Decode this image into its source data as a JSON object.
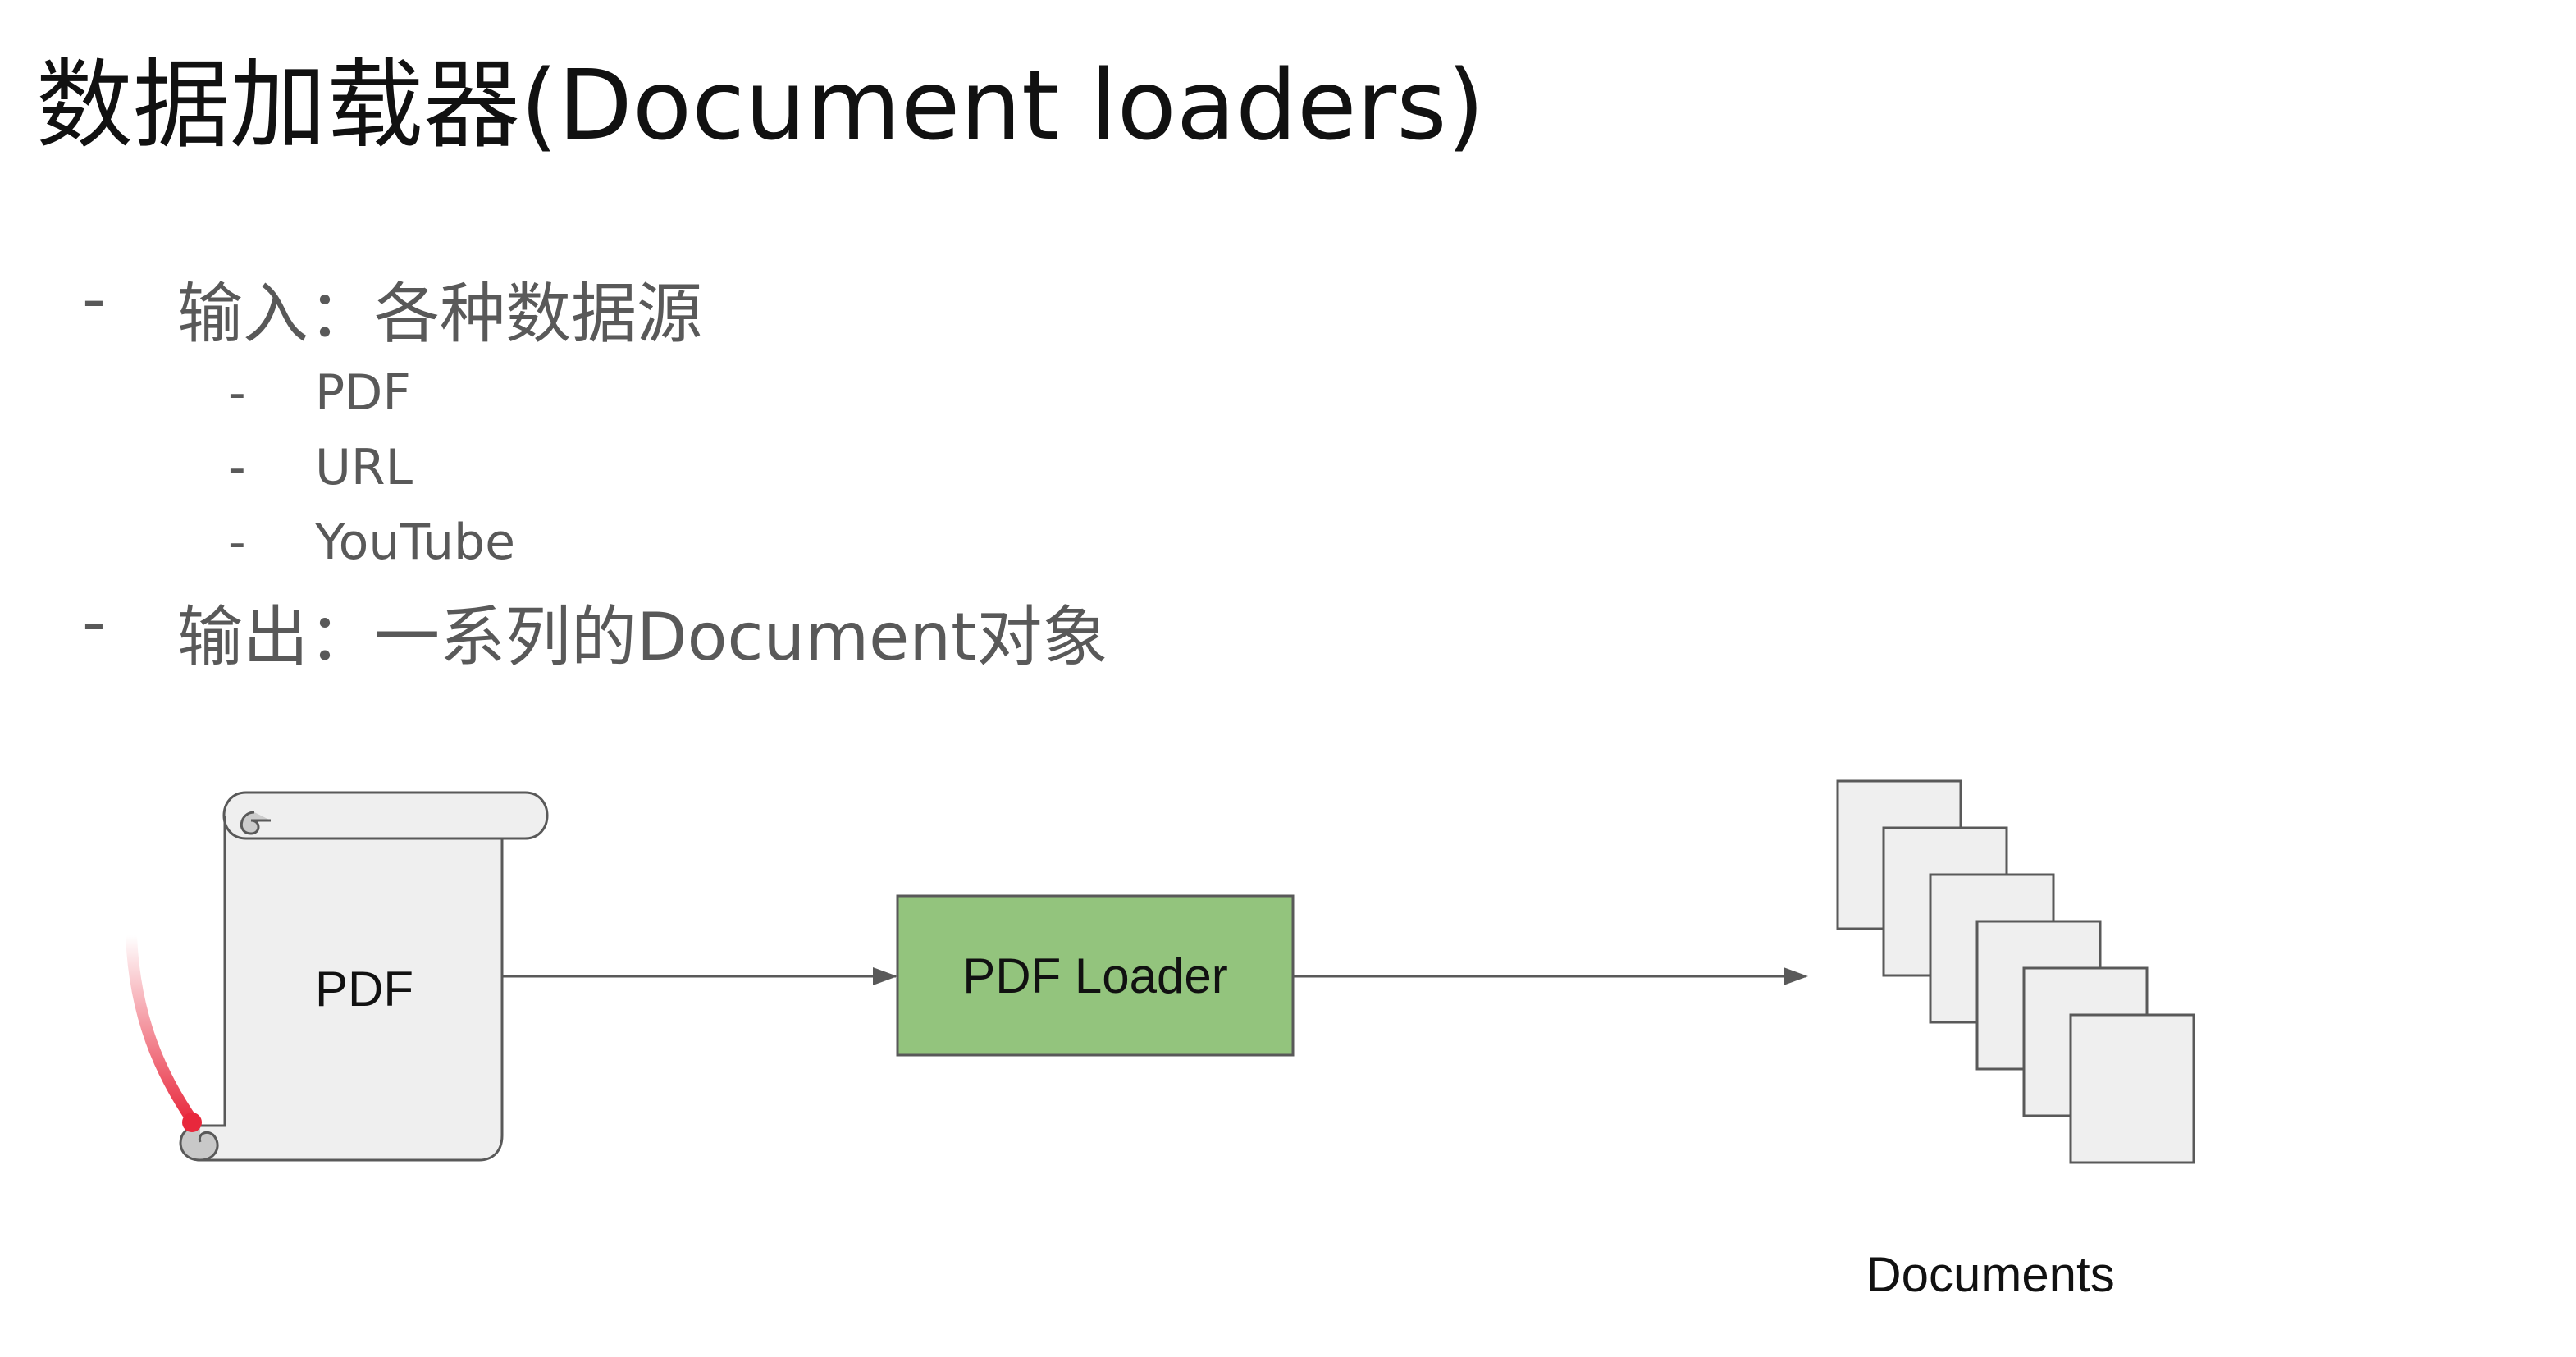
{
  "slide": {
    "title": "数据加载器(Document loaders)",
    "bullets": [
      {
        "dash": "-",
        "text": "输入：各种数据源",
        "children": [
          {
            "dash": "-",
            "text": "PDF"
          },
          {
            "dash": "-",
            "text": "URL"
          },
          {
            "dash": "-",
            "text": "YouTube"
          }
        ]
      },
      {
        "dash": "-",
        "text": "输出：一系列的Document对象",
        "children": []
      }
    ]
  },
  "diagram": {
    "nodes": {
      "pdf_scroll": {
        "label": "PDF"
      },
      "pdf_loader": {
        "label": "PDF Loader"
      },
      "documents": {
        "label": "Documents",
        "page_count": 6
      }
    },
    "edges": [
      {
        "from": "pdf_scroll",
        "to": "pdf_loader"
      },
      {
        "from": "pdf_loader",
        "to": "documents"
      }
    ]
  },
  "colors": {
    "title_text": "#111111",
    "bullet_text": "#595959",
    "loader_fill": "#93c47d",
    "shape_fill": "#efefef",
    "shape_stroke": "#595959",
    "arrow": "#595959",
    "pointer_trail": "#e8283c"
  }
}
